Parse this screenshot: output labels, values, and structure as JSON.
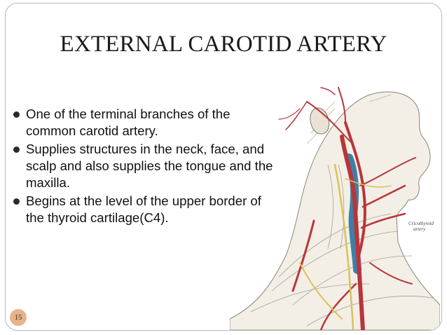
{
  "slide": {
    "title": "EXTERNAL CAROTID ARTERY",
    "bullets": [
      "One of the terminal branches of the common carotid artery.",
      "Supplies structures in the neck, face, and scalp and also supplies the tongue and the maxilla.",
      "Begins at the level of the upper border of the thyroid cartilage(C4)."
    ],
    "figure_label": {
      "line1": "Cricothyroid",
      "line2": "artery"
    },
    "page_number": "15"
  },
  "colors": {
    "artery": "#b8353a",
    "vein": "#3f7fa6",
    "nerve": "#d8c35a",
    "accent": "#e6b38a"
  }
}
